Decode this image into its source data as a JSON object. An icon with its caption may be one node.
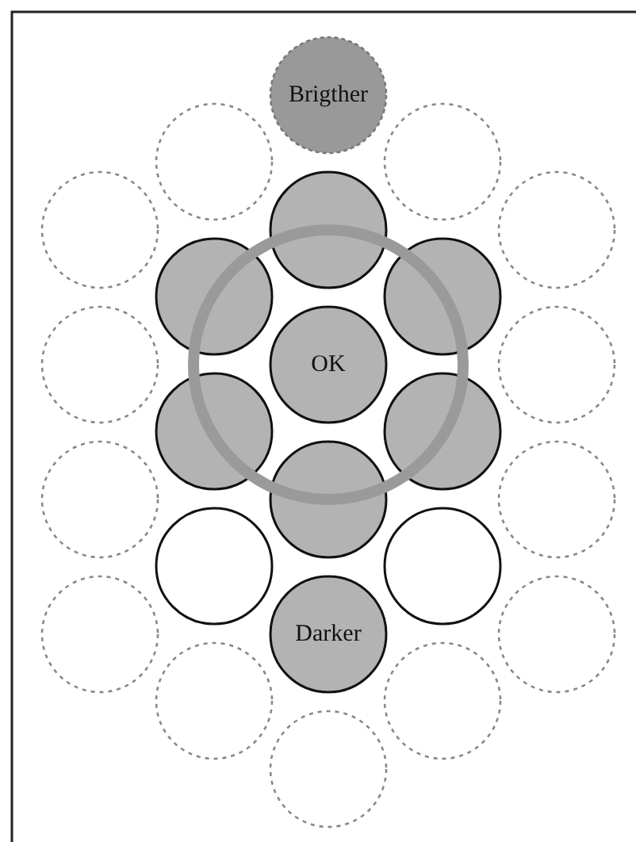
{
  "diagram": {
    "nodes": [
      {
        "text": [
          "Brigther"
        ]
      },
      {
        "text": [],
        "shape": "circle"
      },
      {
        "text": [],
        "shape": "circle"
      },
      {
        "text": [],
        "shape": "circle"
      },
      {
        "text": [],
        "shape": "circle"
      },
      {
        "text": [],
        "shape": "circle"
      },
      {
        "text": [],
        "shape": "circle"
      },
      {
        "text": [],
        "shape": "circle"
      },
      {
        "text": [],
        "shape": "circle"
      },
      {
        "text": [
          "OK"
        ]
      },
      {
        "text": [],
        "shape": "circle"
      },
      {
        "text": [],
        "shape": "circle"
      },
      {
        "text": [],
        "shape": "circle"
      },
      {
        "text": [],
        "shape": "circle"
      },
      {
        "text": [],
        "shape": "circle"
      },
      {
        "text": [],
        "shape": "circle"
      },
      {
        "text": [],
        "shape": "circle"
      },
      {
        "text": [],
        "shape": "circle"
      },
      {
        "text": [],
        "shape": "circle"
      },
      {
        "text": [
          "Darker"
        ]
      },
      {
        "text": [],
        "shape": "circle"
      },
      {
        "text": [],
        "shape": "circle"
      },
      {
        "text": [],
        "shape": "circle"
      },
      {
        "text": [],
        "shape": "circle"
      }
    ],
    "edges": []
  }
}
